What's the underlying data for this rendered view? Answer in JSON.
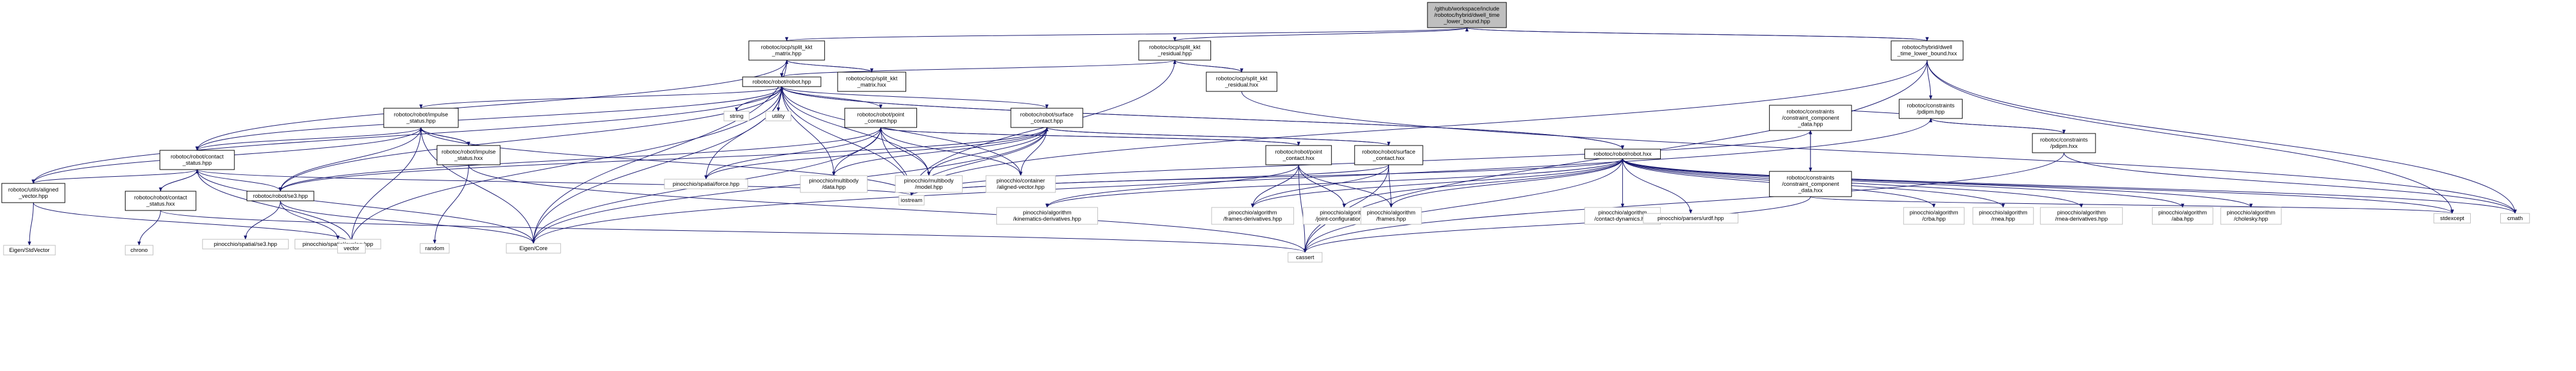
{
  "nodes": {
    "root": [
      "/github/workspace/include",
      "/robotoc/hybrid/dwell_time",
      "_lower_bound.hpp"
    ],
    "split_kkt_matrix_hpp": [
      "robotoc/ocp/split_kkt",
      "_matrix.hpp"
    ],
    "split_kkt_residual_hpp": [
      "robotoc/ocp/split_kkt",
      "_residual.hpp"
    ],
    "dwell_hxx": [
      "robotoc/hybrid/dwell",
      "_time_lower_bound.hxx"
    ],
    "robot_hpp": [
      "robotoc/robot/robot.hpp"
    ],
    "split_kkt_matrix_hxx": [
      "robotoc/ocp/split_kkt",
      "_matrix.hxx"
    ],
    "split_kkt_residual_hxx": [
      "robotoc/ocp/split_kkt",
      "_residual.hxx"
    ],
    "pdipm_hpp": [
      "robotoc/constraints",
      "/pdipm.hpp"
    ],
    "impulse_status_hpp": [
      "robotoc/robot/impulse",
      "_status.hpp"
    ],
    "point_contact_hpp": [
      "robotoc/robot/point",
      "_contact.hpp"
    ],
    "surface_contact_hpp": [
      "robotoc/robot/surface",
      "_contact.hpp"
    ],
    "constraint_component_data_hpp": [
      "robotoc/constraints",
      "/constraint_component",
      "_data.hpp"
    ],
    "pdipm_hxx": [
      "robotoc/constraints",
      "/pdipm.hxx"
    ],
    "string": [
      "string"
    ],
    "utility": [
      "utility"
    ],
    "contact_status_hpp": [
      "robotoc/robot/contact",
      "_status.hpp"
    ],
    "impulse_status_hxx": [
      "robotoc/robot/impulse",
      "_status.hxx"
    ],
    "point_contact_hxx": [
      "robotoc/robot/point",
      "_contact.hxx"
    ],
    "surface_contact_hxx": [
      "robotoc/robot/surface",
      "_contact.hxx"
    ],
    "robot_hxx": [
      "robotoc/robot/robot.hxx"
    ],
    "constraint_component_data_hxx": [
      "robotoc/constraints",
      "/constraint_component",
      "_data.hxx"
    ],
    "force_hpp": [
      "pinocchio/spatial/force.hpp"
    ],
    "multibody_data_hpp": [
      "pinocchio/multibody",
      "/data.hpp"
    ],
    "multibody_model_hpp": [
      "pinocchio/multibody",
      "/model.hpp"
    ],
    "aligned_vector_hpp": [
      "pinocchio/container",
      "/aligned-vector.hpp"
    ],
    "utils_aligned_vector": [
      "robotoc/utils/aligned",
      "_vector.hpp"
    ],
    "contact_status_hxx": [
      "robotoc/robot/contact",
      "_status.hxx"
    ],
    "se3_hpp": [
      "robotoc/robot/se3.hpp"
    ],
    "iostream": [
      "iostream"
    ],
    "kinematics_derivatives": [
      "pinocchio/algorithm",
      "/kinematics-derivatives.hpp"
    ],
    "frames_derivatives": [
      "pinocchio/algorithm",
      "/frames-derivatives.hpp"
    ],
    "joint_configuration": [
      "pinocchio/algorithm",
      "/joint-configuration.hpp"
    ],
    "frames_hpp": [
      "pinocchio/algorithm",
      "/frames.hpp"
    ],
    "contact_dynamics": [
      "pinocchio/algorithm",
      "/contact-dynamics.hpp"
    ],
    "urdf_hpp": [
      "pinocchio/parsers/urdf.hpp"
    ],
    "crba_hpp": [
      "pinocchio/algorithm",
      "/crba.hpp"
    ],
    "rnea_hpp": [
      "pinocchio/algorithm",
      "/rnea.hpp"
    ],
    "rnea_derivatives": [
      "pinocchio/algorithm",
      "/rnea-derivatives.hpp"
    ],
    "aba_hpp": [
      "pinocchio/algorithm",
      "/aba.hpp"
    ],
    "cholesky_hpp": [
      "pinocchio/algorithm",
      "/cholesky.hpp"
    ],
    "stdexcept": [
      "stdexcept"
    ],
    "cmath": [
      "cmath"
    ],
    "eigen_stdvector": [
      "Eigen/StdVector"
    ],
    "chrono": [
      "chrono"
    ],
    "spatial_se3": [
      "pinocchio/spatial/se3.hpp"
    ],
    "explog_hpp": [
      "pinocchio/spatial/explog.hpp"
    ],
    "vector": [
      "vector"
    ],
    "random": [
      "random"
    ],
    "eigen_core": [
      "Eigen/Core"
    ],
    "cassert": [
      "cassert"
    ]
  }
}
